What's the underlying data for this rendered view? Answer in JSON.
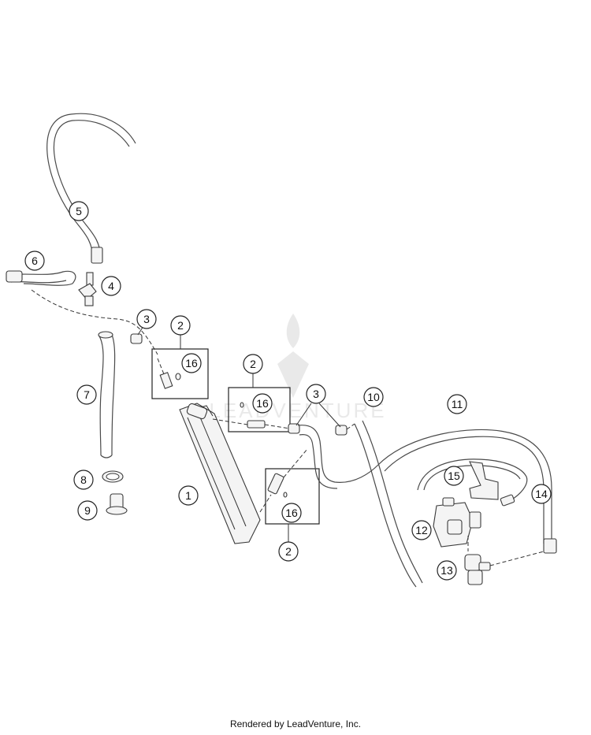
{
  "callouts": {
    "c1": "1",
    "c2a": "2",
    "c2b": "2",
    "c2c": "2",
    "c3a": "3",
    "c3b": "3",
    "c4": "4",
    "c5": "5",
    "c6": "6",
    "c7": "7",
    "c8": "8",
    "c9": "9",
    "c10": "10",
    "c11": "11",
    "c12": "12",
    "c13": "13",
    "c14": "14",
    "c15": "15",
    "c16a": "16",
    "c16b": "16",
    "c16c": "16"
  },
  "watermark": "LEADVENTURE",
  "footer": "Rendered by LeadVenture, Inc."
}
